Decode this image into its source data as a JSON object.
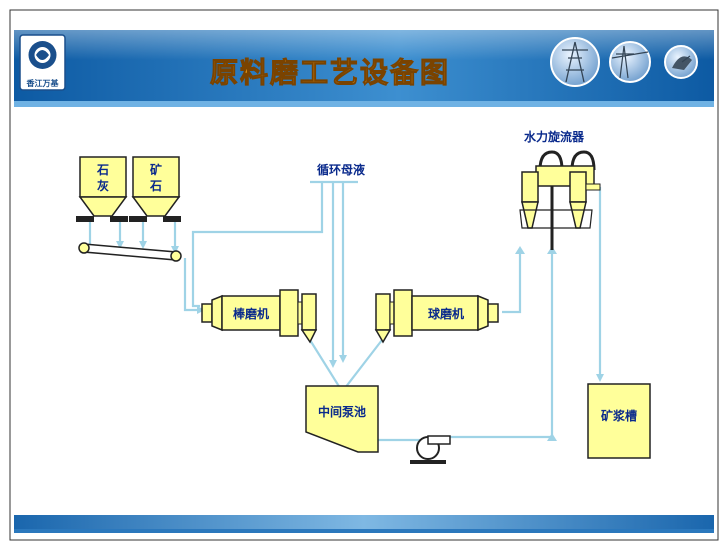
{
  "header": {
    "logo_text": "香江万基",
    "title": "原料磨工艺设备图"
  },
  "diagram": {
    "silo_left_line1": "石",
    "silo_left_line2": "灰",
    "silo_right_line1": "矿",
    "silo_right_line2": "石",
    "recycle_liquor": "循环母液",
    "hydrocyclone": "水力旋流器",
    "rod_mill": "棒磨机",
    "ball_mill": "球磨机",
    "intermediate_tank": "中间泵池",
    "slurry_tank": "矿浆槽"
  },
  "colors": {
    "header_blue": "#1f6fb3",
    "title_text": "#f0a21c",
    "equipment_fill": "#ffff9a",
    "pipe": "#9fd3e6"
  },
  "icons": [
    "logo-emblem",
    "power-tower-icon",
    "power-line-icon",
    "satellite-dish-icon"
  ]
}
